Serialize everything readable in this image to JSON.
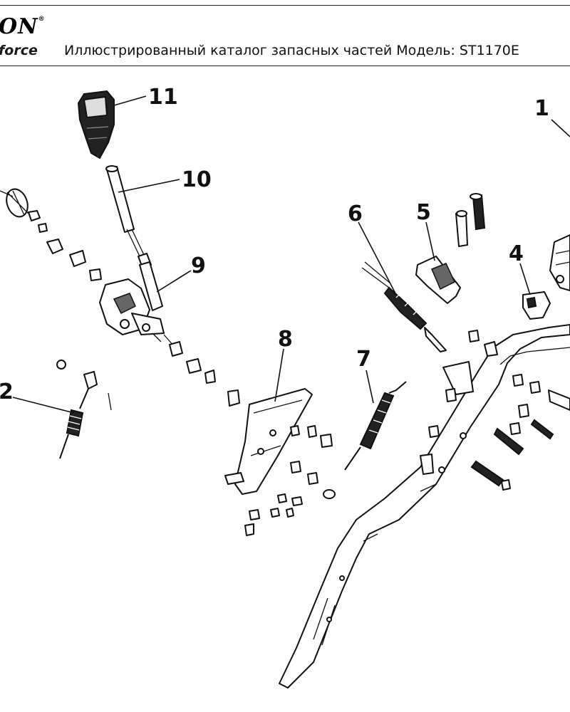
{
  "header": {
    "logo_brand": "ON",
    "logo_mark": "®",
    "logo_sub": "force",
    "title": "Иллюстрированный каталог запасных частей  Модель: ST1170E"
  },
  "diagram": {
    "callouts": [
      {
        "id": "c1",
        "label": "1"
      },
      {
        "id": "c2",
        "label": "2"
      },
      {
        "id": "c4",
        "label": "4"
      },
      {
        "id": "c5",
        "label": "5"
      },
      {
        "id": "c6",
        "label": "6"
      },
      {
        "id": "c7",
        "label": "7"
      },
      {
        "id": "c8",
        "label": "8"
      },
      {
        "id": "c9",
        "label": "9"
      },
      {
        "id": "c10",
        "label": "10"
      },
      {
        "id": "c11",
        "label": "11"
      }
    ]
  }
}
